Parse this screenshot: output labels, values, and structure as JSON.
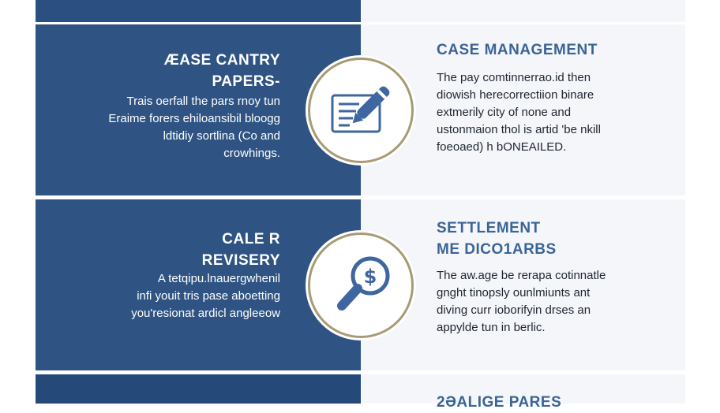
{
  "section1": {
    "left_title": "ÆASE CANTRY\nPAPERS-",
    "left_body": "Trais oerfall the pars rnoy tun\nEraime forers ehiloansibil bloogg\nldtidiy sortlina (Co and\ncrowhings.",
    "right_title": "CASE MANAGEMENT",
    "right_body": "The pay comtinnerrao.id then\ndiowish herecorrectiion binare\nextmerily city of none and\nustonmaion thol is artid 'be nkill\nfoeoaed) h bONEAILED.",
    "icon": "document-pen-icon"
  },
  "section2": {
    "left_title": "CALE R\nREVISERY",
    "left_body": "A tetqipu.lnauergwhenil\ninfi youit tris pase aboetting\nyou'resionat ardicl angleeow",
    "right_title": "SETTLEMENT\nME DICO1ARBS",
    "right_body": "The aw.age be rerapa cotinnatle\ngnght tinopsly ounlmiunts ant\ndiving curr ioborifyin drses an\nappylde tun in berlic.",
    "icon": "magnifier-dollar-icon"
  },
  "section3": {
    "right_title": "2ƏALIGE PARES"
  },
  "colors": {
    "navy": "#2f5483",
    "light_panel": "#f4f6fa",
    "title_blue": "#3b6496",
    "icon_blue": "#3e66a0",
    "ring_gold": "#a89a74"
  }
}
